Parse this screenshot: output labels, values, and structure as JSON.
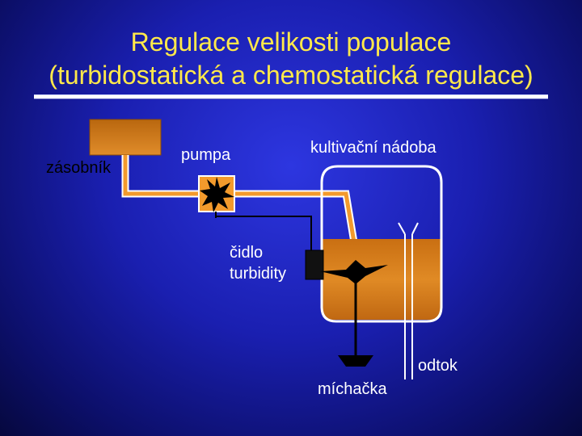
{
  "title": {
    "line1": "Regulace velikosti populace",
    "line2": "(turbidostatická a chemostatická regulace)"
  },
  "labels": {
    "reservoir": "zásobník",
    "pump": "pumpa",
    "vessel": "kultivační nádoba",
    "sensor": "čidlo\nturbidity",
    "outlet": "odtok",
    "stirrer": "míchačka"
  },
  "colors": {
    "title": "#ffe94a",
    "liquid": "#d77d1a",
    "tubing": "#f39a2c",
    "vessel_outline": "#ffffff"
  }
}
